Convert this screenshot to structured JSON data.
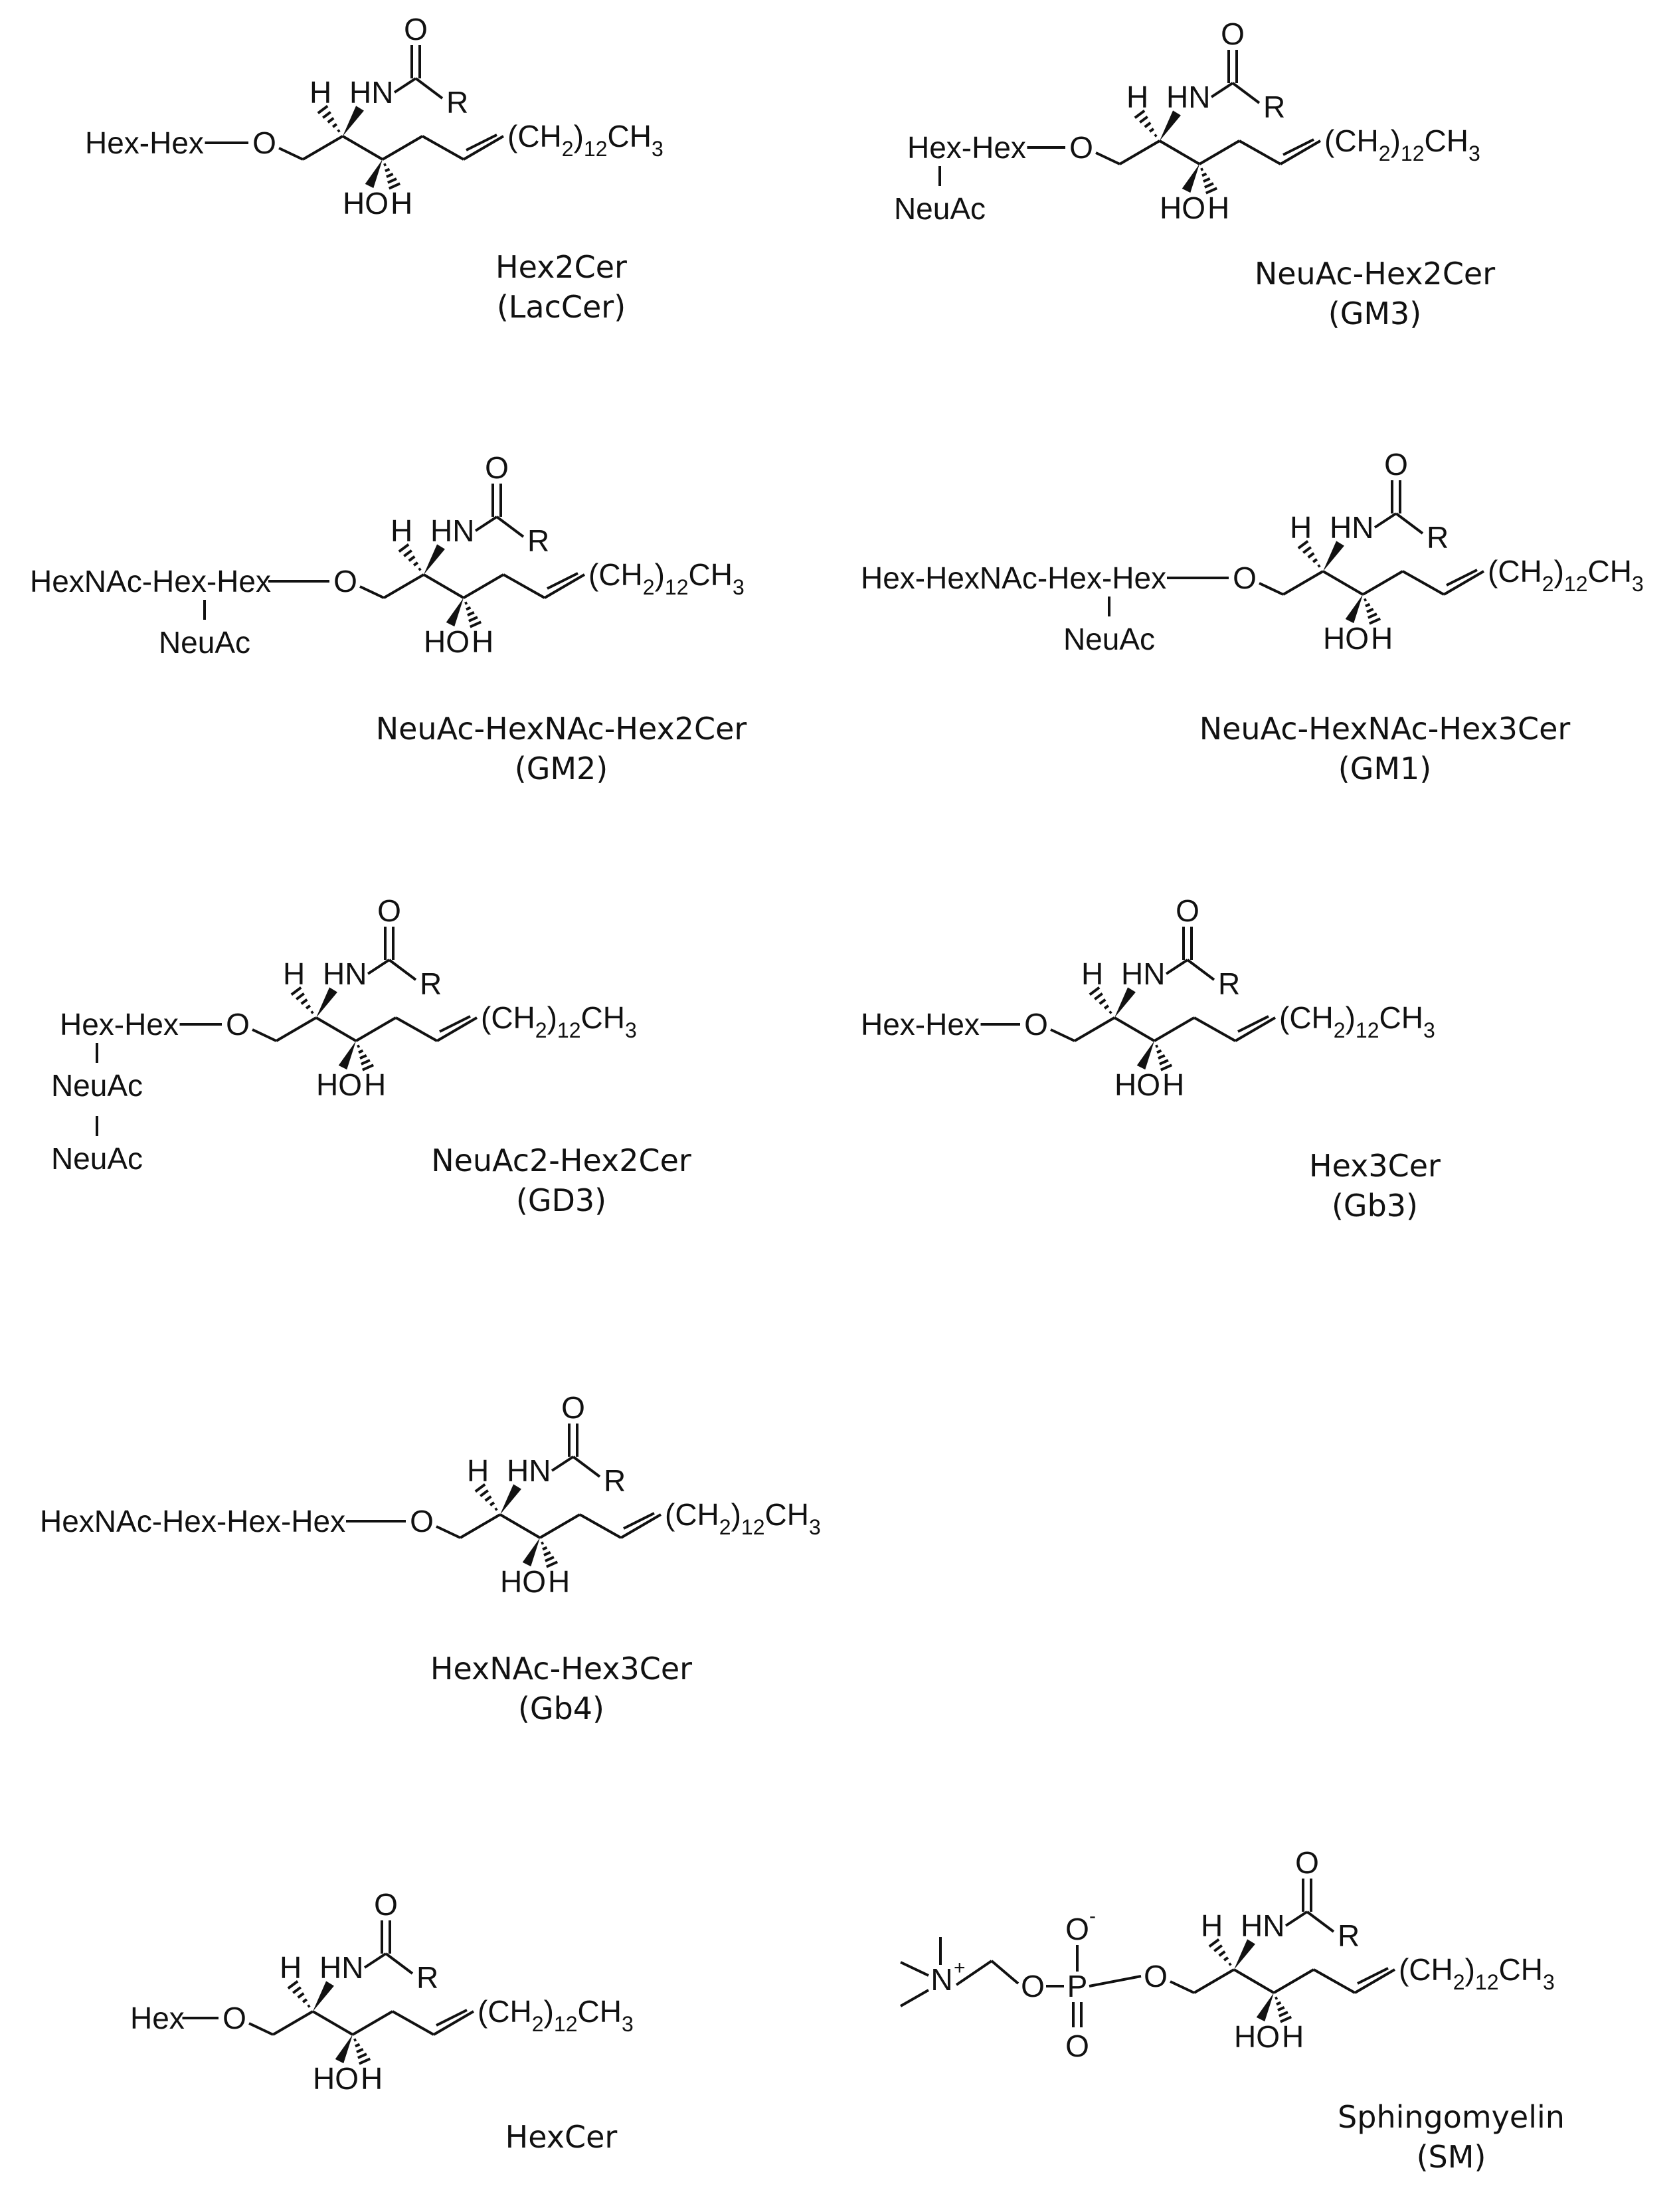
{
  "structures": [
    {
      "prefix": "Hex-Hex",
      "name": "Hex2Cer",
      "abbr": "(LacCer)"
    },
    {
      "prefix": "Hex-Hex",
      "branch": [
        "NeuAc"
      ],
      "name": "NeuAc-Hex2Cer",
      "abbr": "(GM3)"
    },
    {
      "prefix": "HexNAc-Hex-Hex",
      "branch": [
        "NeuAc"
      ],
      "name": "NeuAc-HexNAc-Hex2Cer",
      "abbr": "(GM2)"
    },
    {
      "prefix": "Hex-HexNAc-Hex-Hex",
      "branch": [
        "NeuAc"
      ],
      "name": "NeuAc-HexNAc-Hex3Cer",
      "abbr": "(GM1)"
    },
    {
      "prefix": "Hex-Hex",
      "branch": [
        "NeuAc",
        "NeuAc"
      ],
      "name": "NeuAc2-Hex2Cer",
      "abbr": "(GD3)"
    },
    {
      "prefix": "Hex-Hex",
      "name": "Hex3Cer",
      "abbr": "(Gb3)"
    },
    {
      "prefix": "HexNAc-Hex-Hex-Hex",
      "name": "HexNAc-Hex3Cer",
      "abbr": "(Gb4)"
    },
    {
      "prefix": "Hex",
      "name": "HexCer",
      "abbr": ""
    },
    {
      "prefix": "",
      "name": "Sphingomyelin",
      "abbr": "(SM)"
    }
  ],
  "ceramide": {
    "oxygen": "O",
    "carbonyl_o": "O",
    "amide_n": "HN",
    "r_group": "R",
    "hydrogen": "H",
    "hydroxyl": "HO",
    "chain_main": "(CH",
    "chain_sub1": "2",
    "chain_mid": ")",
    "chain_sub2": "12",
    "chain_end": "CH",
    "chain_sub3": "3"
  },
  "sm_head": {
    "n_label": "N",
    "n_charge": "+",
    "o_minus": "O",
    "minus": "-",
    "p_label": "P",
    "o_label": "O"
  }
}
